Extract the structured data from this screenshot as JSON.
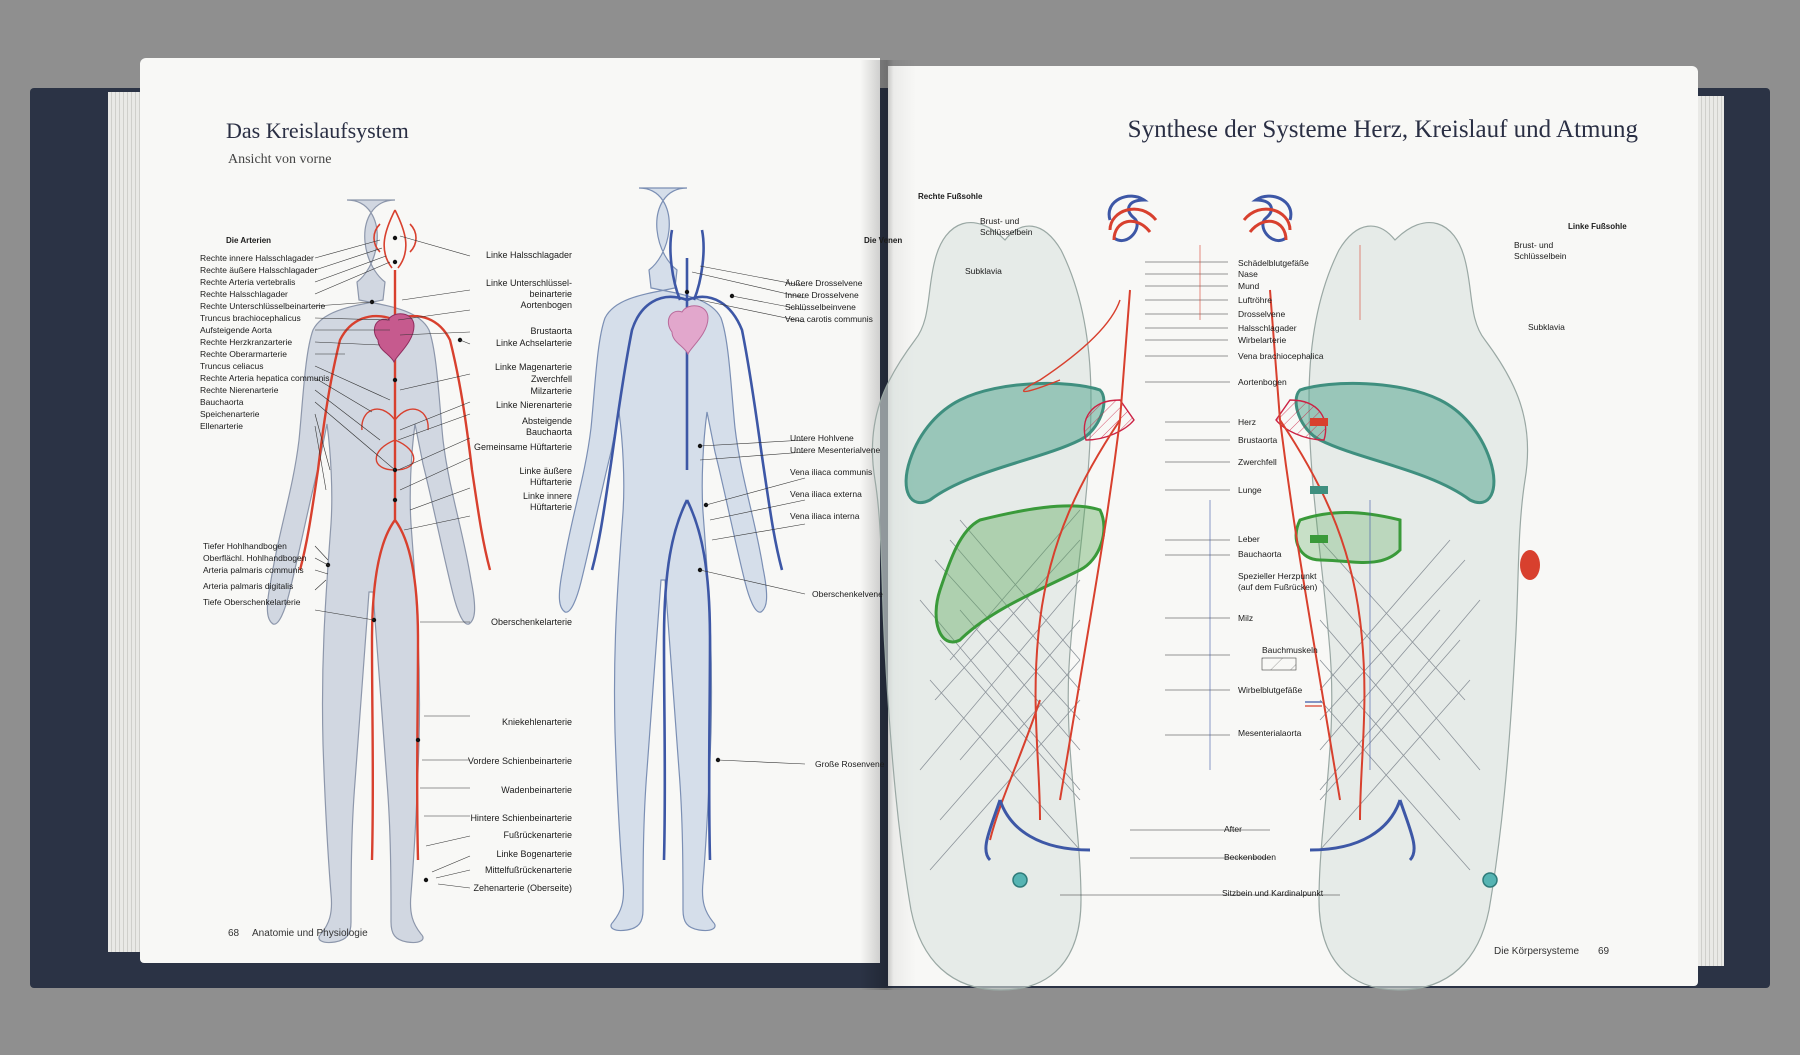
{
  "left_page": {
    "title": "Das Kreislaufsystem",
    "subtitle": "Ansicht von vorne",
    "arteries_heading": "Die Arterien",
    "veins_heading": "Die Venen",
    "left_labels": [
      "Rechte innere Halsschlagader",
      "Rechte äußere Halsschlagader",
      "Rechte Arteria vertebralis",
      "Rechte Halsschlagader",
      "Rechte Unterschlüsselbeinarterie",
      "Truncus brachiocephalicus",
      "Aufsteigende Aorta",
      "Rechte Herzkranzarterie",
      "Rechte Oberarmarterie",
      "Truncus celiacus",
      "Rechte Arteria hepatica communis",
      "Rechte Nierenarterie",
      "Bauchaorta",
      "Speichenarterie",
      "Ellenarterie"
    ],
    "hand_labels": [
      "Tiefer Hohlhandbogen",
      "Oberflächl. Hohlhandbogen",
      "Arteria palmaris communis",
      "Arteria palmaris digitalis",
      "Tiefe Oberschenkelarterie"
    ],
    "mid_labels": [
      "Linke Halsschlagader",
      "Linke Unterschlüssel-",
      "beinarterie",
      "Aortenbogen",
      "Brustaorta",
      "Linke Achselarterie",
      "Linke Magenarterie",
      "Zwerchfell",
      "Milzarterie",
      "Linke Nierenarterie",
      "Absteigende",
      "Bauchaorta",
      "Gemeinsame Hüftarterie",
      "Linke äußere",
      "Hüftarterie",
      "Linke innere",
      "Hüftarterie"
    ],
    "leg_labels": [
      "Oberschenkelarterie",
      "Kniekehlenarterie",
      "Vordere Schienbeinarterie",
      "Wadenbeinarterie",
      "Hintere Schienbeinarterie",
      "Fußrückenarterie",
      "Linke Bogenarterie",
      "Mittelfußrückenarterie",
      "Zehenarterie (Oberseite)"
    ],
    "vein_labels": [
      "Äußere Drosselvene",
      "Innere Drosselvene",
      "Schlüsselbeinvene",
      "Vena carotis communis",
      "Untere Hohlvene",
      "Untere Mesenterialvene",
      "Vena iliaca communis",
      "Vena iliaca externa",
      "Vena iliaca interna",
      "Oberschenkelvene",
      "Große Rosenvene"
    ],
    "page_number": "68",
    "footer": "Anatomie und Physiologie"
  },
  "right_page": {
    "title": "Synthese der Systeme Herz, Kreislauf und Atmung",
    "right_sole": "Rechte Fußsohle",
    "left_sole": "Linke Fußsohle",
    "side_labels_left": [
      "Brust- und",
      "Schlüsselbein",
      "Subklavia"
    ],
    "side_labels_right": [
      "Brust- und",
      "Schlüsselbein",
      "Subklavia"
    ],
    "center_labels": [
      "Schädelblutgefäße",
      "Nase",
      "Mund",
      "Luftröhre",
      "Drosselvene",
      "Halsschlagader",
      "Wirbelarterie",
      "Vena brachiocephalica",
      "Aortenbogen",
      "Herz",
      "Brustaorta",
      "Zwerchfell",
      "Lunge",
      "Leber",
      "Bauchaorta",
      "Spezieller Herzpunkt",
      "(auf dem Fußrücken)",
      "Milz",
      "Bauchmuskeln",
      "Wirbelblutgefäße",
      "Mesenterialaorta",
      "After",
      "Beckenboden",
      "Sitzbein und Kardinalpunkt"
    ],
    "page_number": "69",
    "footer": "Die Körpersysteme"
  },
  "colors": {
    "artery": "#d8402e",
    "vein": "#3d57a6",
    "lung": "#3f8f7f",
    "liver": "#3a9a3a",
    "heart": "#c65a8e",
    "body": "#b9c2d2"
  }
}
